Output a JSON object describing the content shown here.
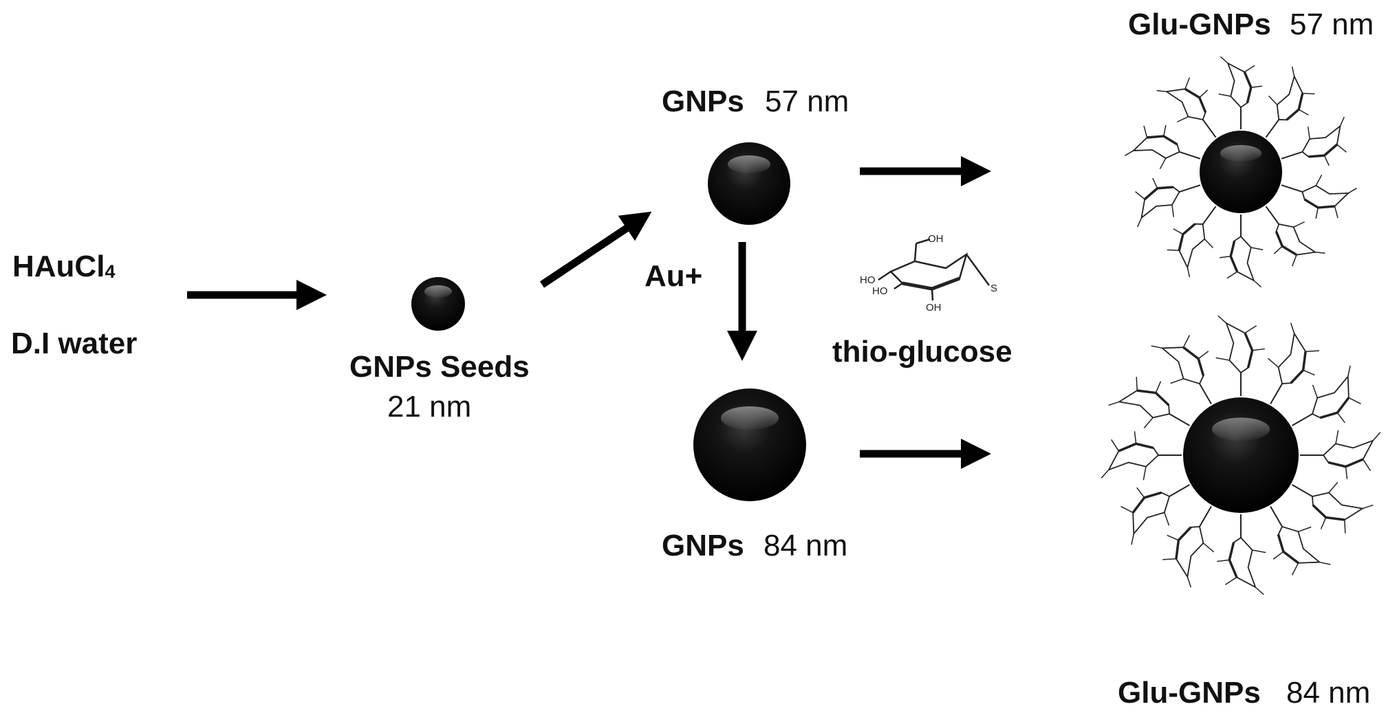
{
  "reactants": {
    "line1_main": "HAuCl",
    "line1_sub": "4",
    "line2": "D.I water"
  },
  "seeds": {
    "name": "GNPs Seeds",
    "size": "21 nm"
  },
  "gnp_small": {
    "name": "GNPs",
    "size": "57 nm"
  },
  "gnp_large": {
    "name": "GNPs",
    "size": "84 nm"
  },
  "growth_reagent": "Au+",
  "ligand": {
    "name": "thio-glucose",
    "oh_label": "OH",
    "ho_label": "HO",
    "s_label": "S"
  },
  "glu_small": {
    "name": "Glu-GNPs",
    "size": "57 nm"
  },
  "glu_large": {
    "name": "Glu-GNPs",
    "size": "84 nm"
  },
  "colors": {
    "particle": "#0c0c0c",
    "arrow": "#000000",
    "ligand": "#222222"
  }
}
